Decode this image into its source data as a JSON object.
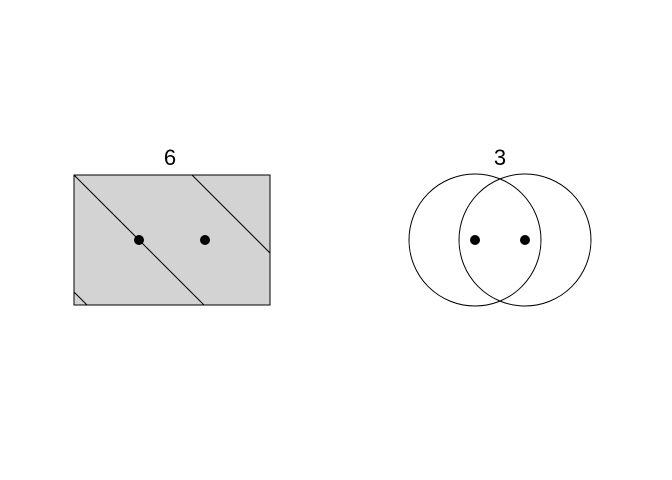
{
  "panels": [
    {
      "label": "6",
      "shape": "rectangle",
      "fill_color": "#d3d3d3",
      "stroke_color": "#000000",
      "hatched": true,
      "point_count": 2
    },
    {
      "label": "3",
      "shape": "two-overlapping-circles",
      "fill_color": "#ffffff",
      "stroke_color": "#000000",
      "hatched": false,
      "point_count": 2
    }
  ]
}
